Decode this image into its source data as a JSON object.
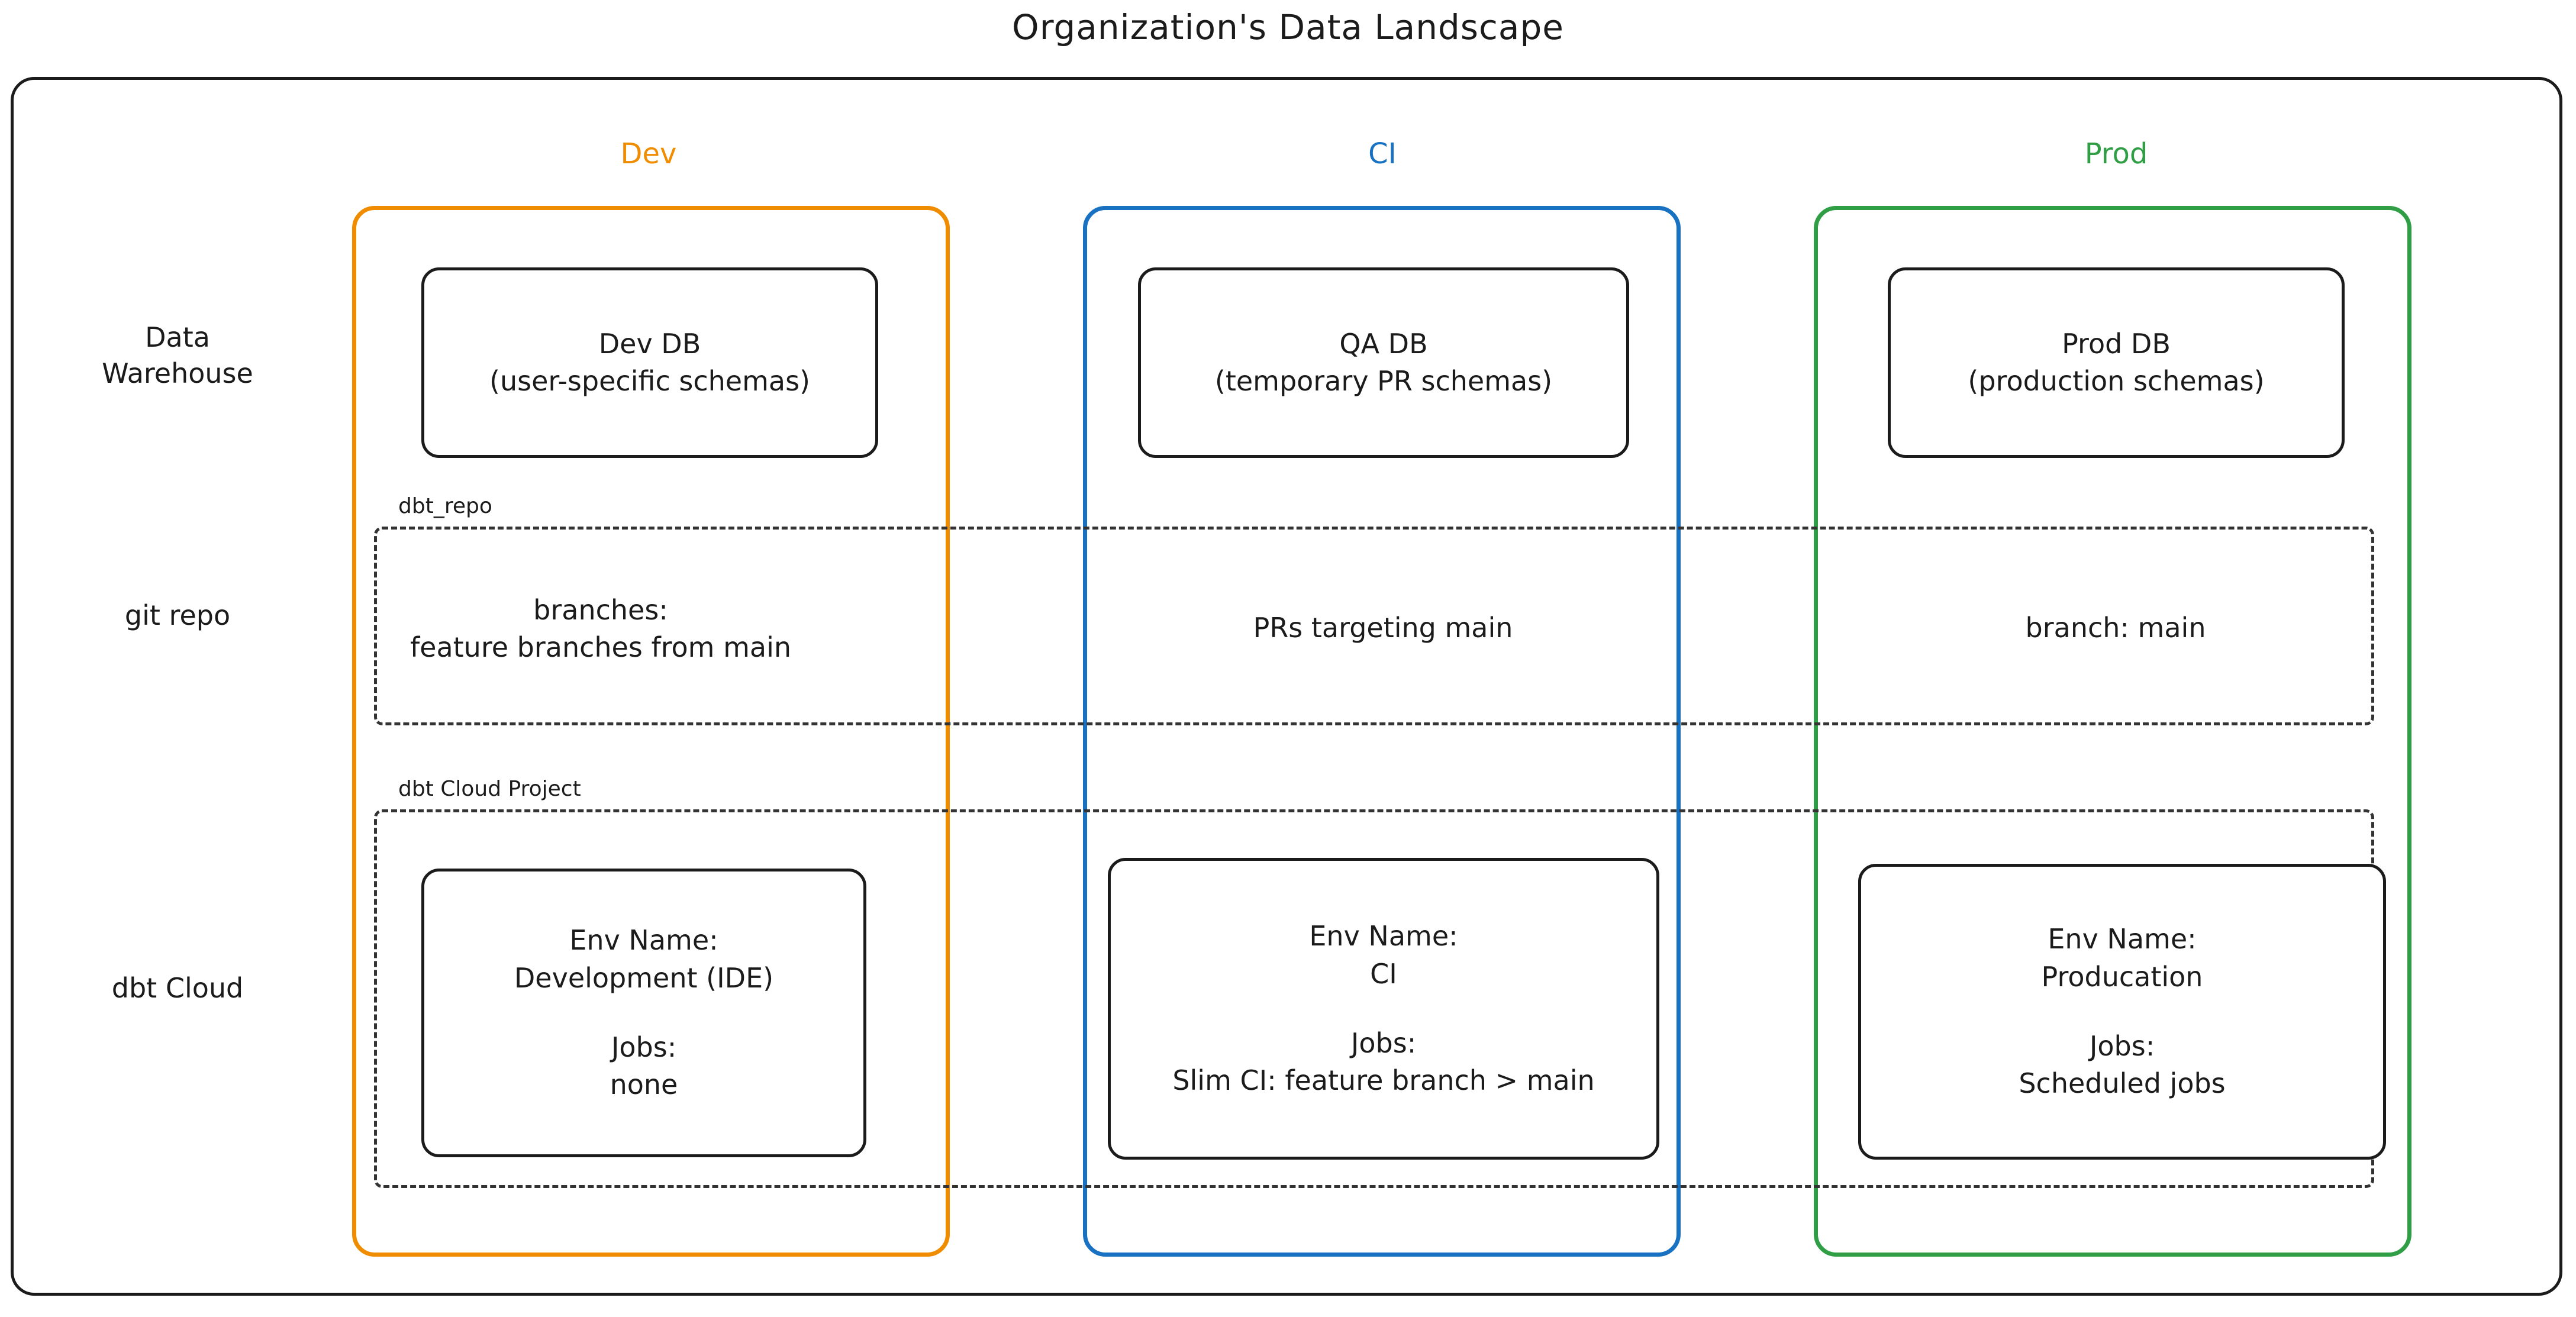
{
  "title": "Organization's Data Landscape",
  "colors": {
    "dev": "#F08C00",
    "ci": "#1971C2",
    "prod": "#2F9E44",
    "stroke": "#1b1b1b",
    "dashed": "#333333",
    "background": "#ffffff"
  },
  "columns": [
    {
      "key": "dev",
      "label": "Dev"
    },
    {
      "key": "ci",
      "label": "CI"
    },
    {
      "key": "prod",
      "label": "Prod"
    }
  ],
  "rows": [
    {
      "key": "warehouse",
      "label_line1": "Data",
      "label_line2": "Warehouse"
    },
    {
      "key": "git",
      "label_line1": "git repo",
      "label_line2": ""
    },
    {
      "key": "dbtcloud",
      "label_line1": "dbt Cloud",
      "label_line2": ""
    }
  ],
  "groups": {
    "git_repo": {
      "label": "dbt_repo"
    },
    "dbt_cloud": {
      "label": "dbt Cloud Project"
    }
  },
  "warehouse": {
    "dev": {
      "line1": "Dev DB",
      "line2": "(user-specific schemas)"
    },
    "ci": {
      "line1": "QA DB",
      "line2": "(temporary PR schemas)"
    },
    "prod": {
      "line1": "Prod DB",
      "line2": "(production schemas)"
    }
  },
  "git_repo": {
    "dev": {
      "line1": "branches:",
      "line2": "feature branches from main"
    },
    "ci": {
      "line1": "PRs targeting main",
      "line2": ""
    },
    "prod": {
      "line1": "branch: main",
      "line2": ""
    }
  },
  "dbt_cloud": {
    "dev": {
      "env_label": "Env Name:",
      "env_value": "Development (IDE)",
      "jobs_label": "Jobs:",
      "jobs_value": "none"
    },
    "ci": {
      "env_label": "Env Name:",
      "env_value": "CI",
      "jobs_label": "Jobs:",
      "jobs_value": "Slim CI: feature branch > main"
    },
    "prod": {
      "env_label": "Env Name:",
      "env_value": "Producation",
      "jobs_label": "Jobs:",
      "jobs_value": "Scheduled jobs"
    }
  }
}
